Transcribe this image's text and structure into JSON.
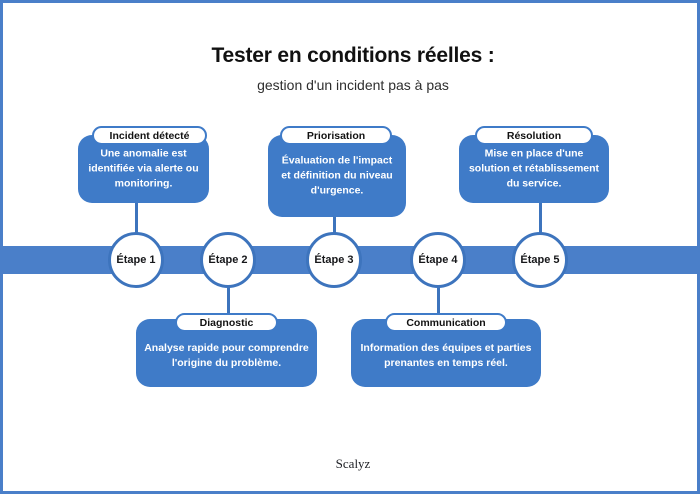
{
  "theme": {
    "card_blue": "#3f7bc8",
    "bar_blue": "#4a7fc9",
    "circle_border_blue": "#3d74bd",
    "page_border_blue": "#4a7fc9",
    "card_text": "#ffffff",
    "heading_text": "#111111"
  },
  "header": {
    "title": "Tester en conditions réelles :",
    "subtitle": "gestion d'un incident pas à pas"
  },
  "cards_top": [
    {
      "pill": "Incident détecté",
      "body": "Une anomalie est identifiée via alerte ou monitoring."
    },
    {
      "pill": "Priorisation",
      "body": "Évaluation de l'impact et définition du niveau d'urgence."
    },
    {
      "pill": "Résolution",
      "body": "Mise en place d'une solution et rétablissement du service."
    }
  ],
  "cards_bottom": [
    {
      "pill": "Diagnostic",
      "body": "Analyse rapide pour comprendre l'origine du problème."
    },
    {
      "pill": "Communication",
      "body": "Information des équipes et parties prenantes en temps réel."
    }
  ],
  "steps": [
    {
      "label": "Étape 1"
    },
    {
      "label": "Étape 2"
    },
    {
      "label": "Étape 3"
    },
    {
      "label": "Étape 4"
    },
    {
      "label": "Étape 5"
    }
  ],
  "footer": {
    "brand": "Scalyz"
  }
}
